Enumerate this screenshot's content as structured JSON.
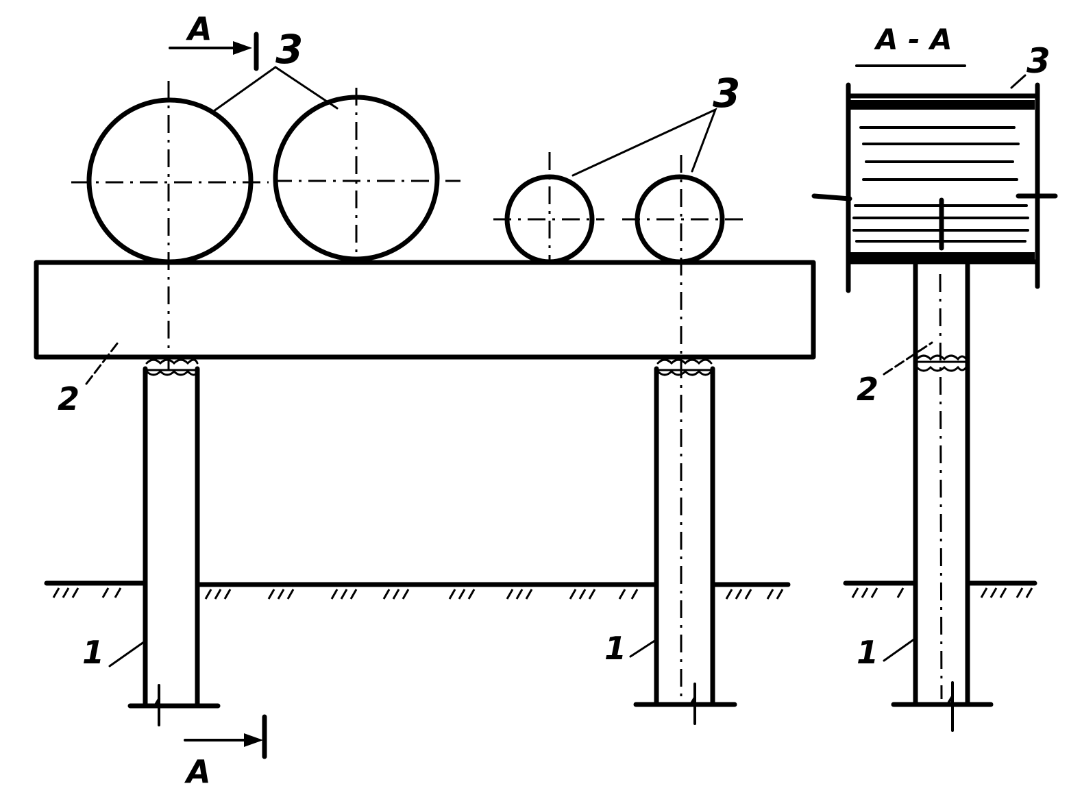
{
  "labels": {
    "section_top": "A",
    "section_bottom": "A",
    "section_title": "A - A",
    "pipe_label_large": "3",
    "pipe_label_small": "3",
    "pipe_label_section": "3",
    "crossbar_label_front": "2",
    "crossbar_label_section": "2",
    "post_label_left": "1",
    "post_label_right": "1",
    "post_label_section": "1"
  },
  "colors": {
    "ink": "#000000",
    "paper": "#ffffff"
  }
}
